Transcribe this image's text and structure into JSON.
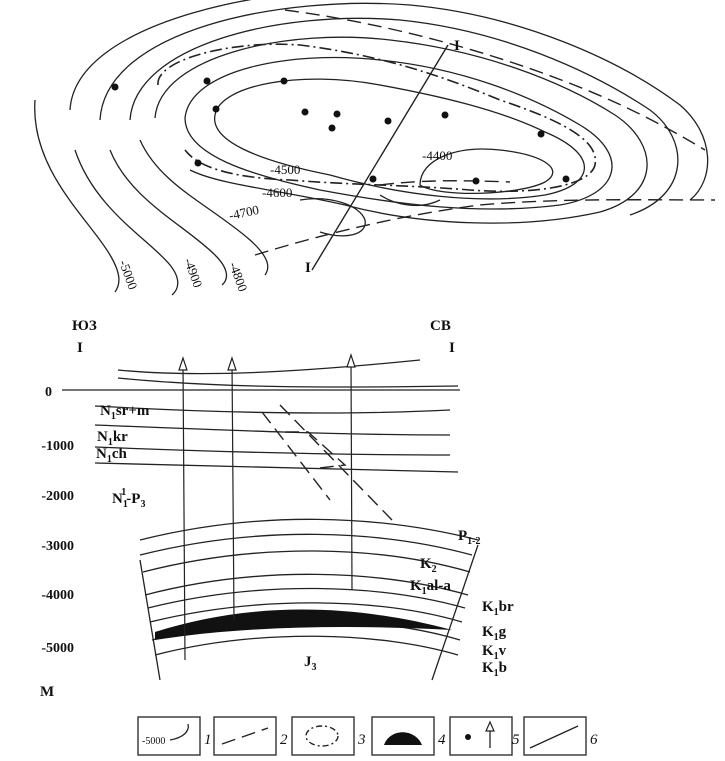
{
  "map": {
    "section_line_start": "I",
    "section_line_end": "I",
    "contours": [
      "-4400",
      "-4500",
      "-4600",
      "-4700",
      "-4800",
      "-4900",
      "-5000"
    ]
  },
  "section": {
    "left_direction": "ЮЗ",
    "right_direction": "СВ",
    "left_mark": "I",
    "right_mark": "I",
    "depth_ticks": [
      "0",
      "-1000",
      "-2000",
      "-3000",
      "-4000",
      "-5000"
    ],
    "units": "М",
    "layers": {
      "sr_m": "N1sr+m",
      "kr": "N1kr",
      "ch": "N1ch",
      "n_p3": "N11-P3",
      "p12": "P1-2",
      "k2": "K2",
      "k1ala": "K1al-a",
      "k1br": "K1br",
      "k1g": "K1g",
      "k1v": "K1v",
      "k1b": "K1b",
      "j3": "J3"
    }
  },
  "legend": {
    "items": [
      {
        "num": "1",
        "sample": "-5000"
      },
      {
        "num": "2"
      },
      {
        "num": "3"
      },
      {
        "num": "4"
      },
      {
        "num": "5"
      },
      {
        "num": "6"
      }
    ]
  }
}
